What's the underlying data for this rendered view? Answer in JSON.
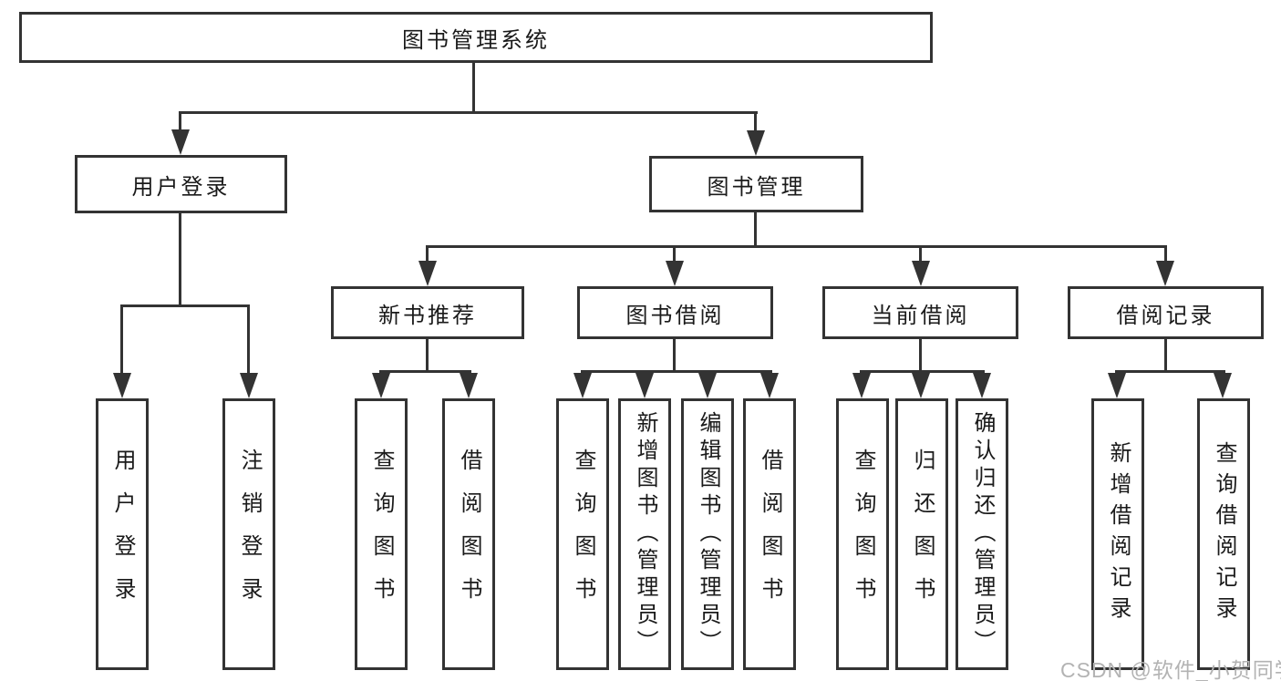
{
  "tree": {
    "label": "图书管理系统",
    "children": [
      {
        "label": "用户登录",
        "children": [
          {
            "label": "用户登录"
          },
          {
            "label": "注销登录"
          }
        ]
      },
      {
        "label": "图书管理",
        "children": [
          {
            "label": "新书推荐",
            "children": [
              {
                "label": "查询图书"
              },
              {
                "label": "借阅图书"
              }
            ]
          },
          {
            "label": "图书借阅",
            "children": [
              {
                "label": "查询图书"
              },
              {
                "label": "新增图书（管理员）"
              },
              {
                "label": "编辑图书（管理员）"
              },
              {
                "label": "借阅图书"
              }
            ]
          },
          {
            "label": "当前借阅",
            "children": [
              {
                "label": "查询图书"
              },
              {
                "label": "归还图书"
              },
              {
                "label": "确认归还（管理员）"
              }
            ]
          },
          {
            "label": "借阅记录",
            "children": [
              {
                "label": "新增借阅记录"
              },
              {
                "label": "查询借阅记录"
              }
            ]
          }
        ]
      }
    ]
  },
  "watermark": "CSDN @软件_小贺同学",
  "colors": {
    "background": "#ffffff",
    "line": "#333333",
    "text": "#1a1a1a",
    "watermark": "#b3b3b3"
  }
}
